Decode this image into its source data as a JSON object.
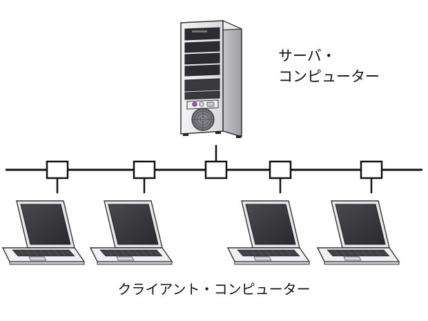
{
  "server": {
    "label_line1": "サーバ・",
    "label_line2": "コンピューター"
  },
  "clients": {
    "label": "クライアント・コンピューター",
    "count": 4
  },
  "network": {
    "node_count": 5,
    "server_node_index": 2
  }
}
